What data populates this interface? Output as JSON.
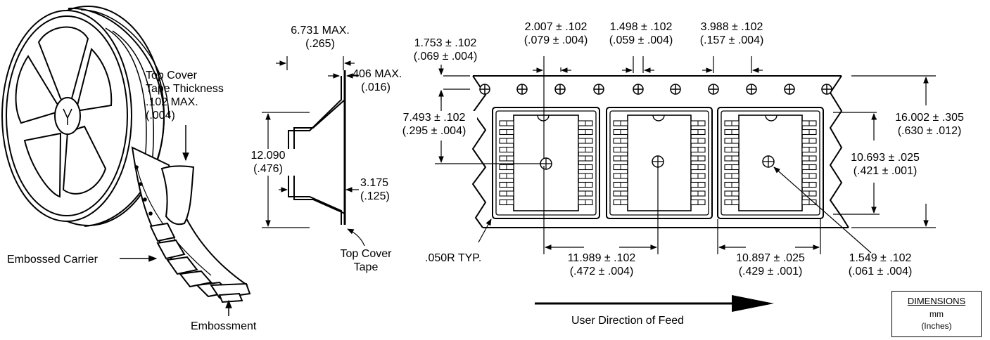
{
  "reel": {
    "labels": {
      "top_cover_thickness": [
        "Top Cover",
        "Tape Thickness",
        ".102 MAX.",
        "(.004)"
      ],
      "embossed_carrier": "Embossed Carrier",
      "embossment": "Embossment"
    }
  },
  "cross_section": {
    "dim_width": [
      "6.731 MAX.",
      "(.265)"
    ],
    "dim_cover": [
      ".406 MAX.",
      "(.016)"
    ],
    "dim_height": [
      "12.090",
      "(.476)"
    ],
    "dim_depth": [
      "3.175",
      "(.125)"
    ],
    "top_cover_tape": [
      "Top Cover",
      "Tape"
    ]
  },
  "tape": {
    "dim_edge": [
      "1.753 ± .102",
      "(.069 ± .004)"
    ],
    "dim_hole_center": [
      "2.007 ± .102",
      "(.079 ± .004)"
    ],
    "dim_hole_dia": [
      "1.498 ± .102",
      "(.059 ± .004)"
    ],
    "dim_hole_pitch": [
      "3.988 ± .102",
      "(.157 ± .004)"
    ],
    "dim_row_offset": [
      "7.493 ± .102",
      "(.295 ± .004)"
    ],
    "dim_tape_width": [
      "16.002 ± .305",
      "(.630 ± .012)"
    ],
    "dim_pocket_width": [
      "10.693 ± .025",
      "(.421 ± .001)"
    ],
    "dim_pocket_pitch": [
      "11.989 ± .102",
      "(.472 ± .004)"
    ],
    "dim_pocket_length": [
      "10.897 ± .025",
      "(.429 ± .001)"
    ],
    "dim_pocket_hole": [
      "1.549 ± .102",
      "(.061 ± .004)"
    ],
    "corner_radius": ".050R TYP."
  },
  "feed": {
    "label": "User Direction of Feed"
  },
  "legend": {
    "title": "DIMENSIONS",
    "unit": "mm",
    "alt": "(Inches)"
  }
}
